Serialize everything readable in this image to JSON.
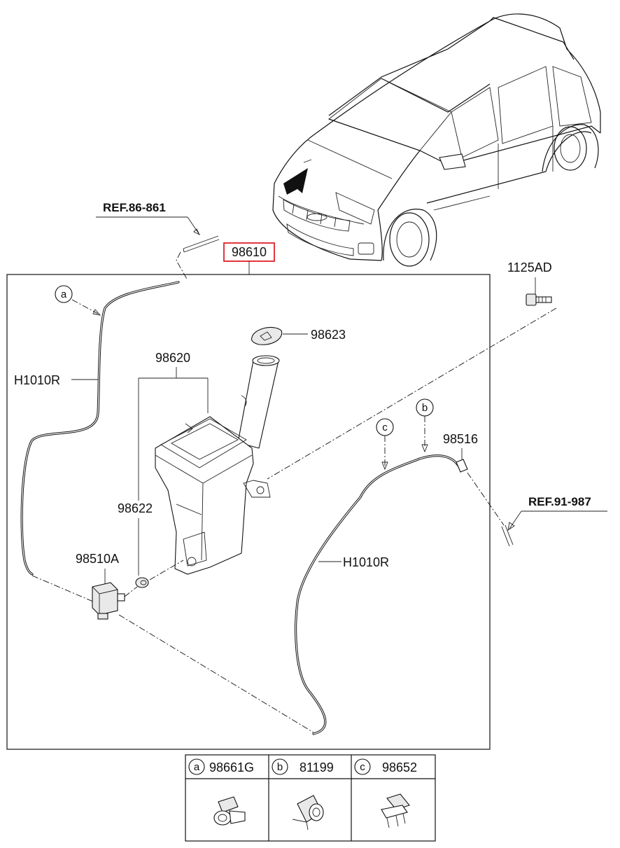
{
  "labels": {
    "assembly": "98610",
    "bolt": "1125AD",
    "cap": "98623",
    "reservoir": "98620",
    "hose_left": "H1010R",
    "hose_right": "H1010R",
    "grommet": "98622",
    "pump": "98510A",
    "hose_rear": "98516"
  },
  "references": {
    "ref_front": "REF.86-861",
    "ref_rear": "REF.91-987"
  },
  "callouts": {
    "a": "a",
    "b": "b",
    "c": "c"
  },
  "legend": {
    "cells": [
      {
        "key": "a",
        "code": "98661G"
      },
      {
        "key": "b",
        "code": "81199"
      },
      {
        "key": "c",
        "code": "98652"
      }
    ]
  },
  "colors": {
    "line": "#111111",
    "highlight_box": "#e0202a",
    "background": "#ffffff"
  }
}
